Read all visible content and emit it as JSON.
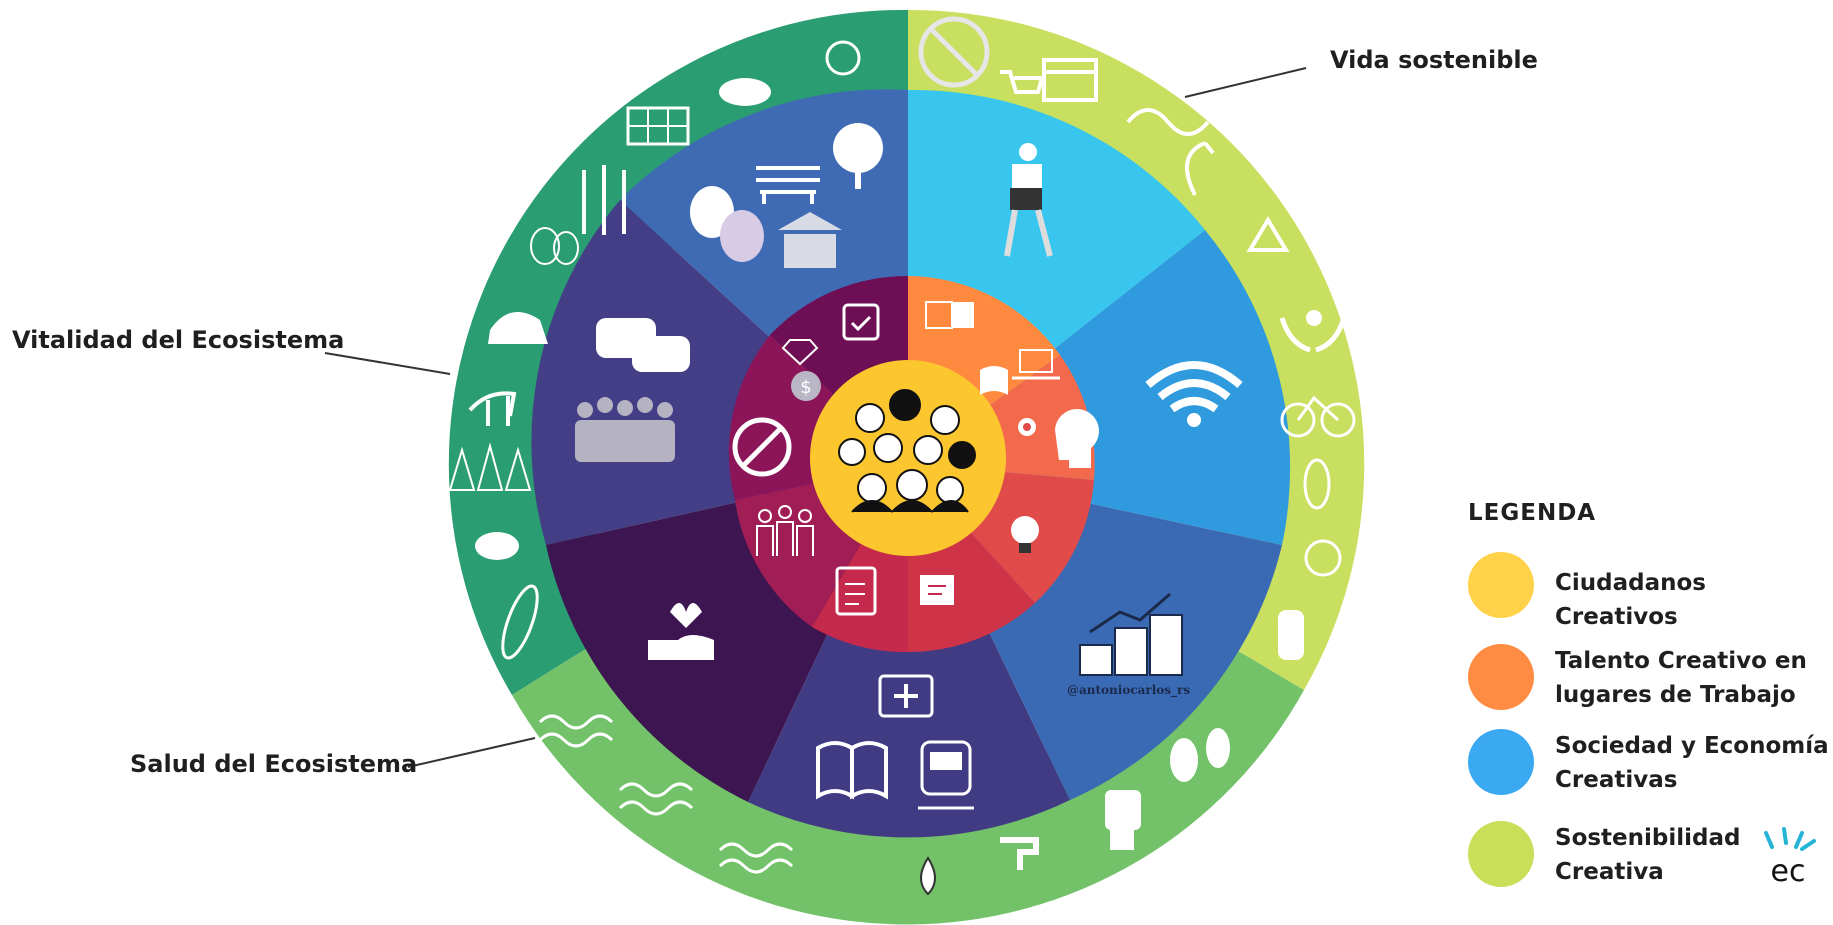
{
  "callouts": {
    "vida_sostenible": "Vida sostenible",
    "vitalidad_ecosistema": "Vitalidad del Ecosistema",
    "salud_ecosistema": "Salud del Ecosistema"
  },
  "legend": {
    "title": "LEGENDA",
    "items": [
      {
        "label_line1": "Ciudadanos Creativos",
        "label_line2": "",
        "color": "#ffd24a"
      },
      {
        "label_line1": "Talento Creativo en",
        "label_line2": "lugares de Trabajo",
        "color": "#ff8c42"
      },
      {
        "label_line1": "Sociedad y Economía",
        "label_line2": "Creativas",
        "color": "#3aa9f2"
      },
      {
        "label_line1": "Sostenibilidad",
        "label_line2": "Creativa",
        "color": "#c9df5a"
      }
    ]
  },
  "credit": "@antoniocarlos_rs",
  "logo_text": "ec",
  "colors": {
    "outer_green_dark": "#2a9d73",
    "outer_green_light": "#74c36a",
    "outer_lime": "#c8df5f",
    "center_yellow": "#fcc62f"
  }
}
